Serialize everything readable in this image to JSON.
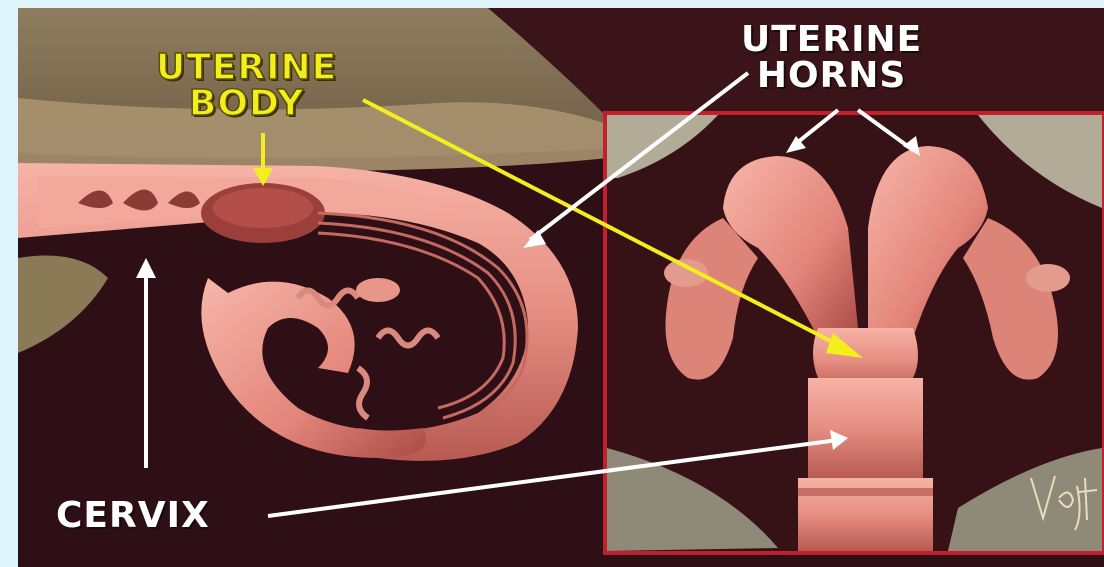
{
  "labels": {
    "uterine_body": [
      "UTERINE",
      "BODY"
    ],
    "uterine_horns": [
      "UTERINE",
      "HORNS"
    ],
    "cervix": "CERVIX"
  },
  "colors": {
    "background": "#2e0f16",
    "page": "#dff3fa",
    "tissue": "#e9958b",
    "tissue_dark": "#b5564f",
    "inset_border": "#c41f2d",
    "yellow_label": "#f3ef1c",
    "white_label": "#ffffff"
  },
  "icons": [
    "artist-signature-icon"
  ]
}
